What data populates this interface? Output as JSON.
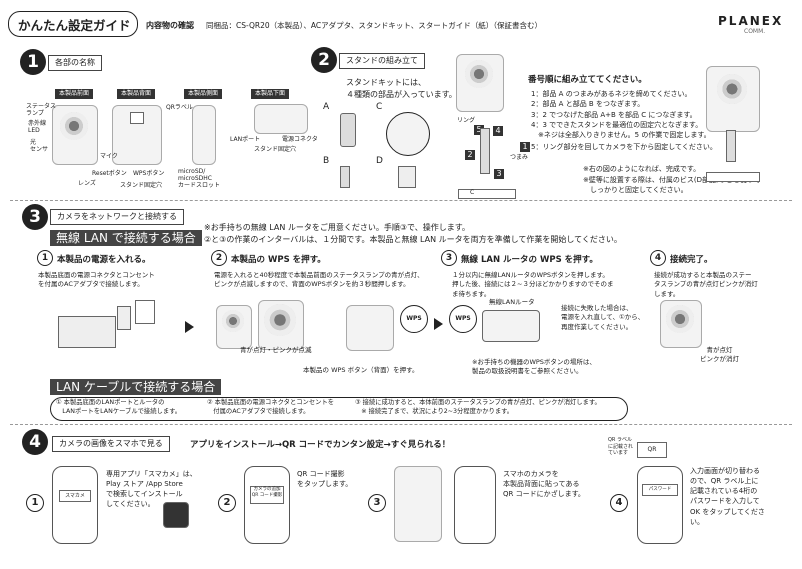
{
  "header": {
    "title": "かんたん設定ガイド",
    "contents_label": "内容物の確認",
    "contents_text": "同梱品：CS-QR20（本製品）、ACアダプタ、スタンドキット、スタートガイド（紙）（保証書含む）",
    "brand": "PLANEX",
    "brand_sub": "COMM."
  },
  "section1": {
    "num": "1",
    "title": "各部の名称",
    "views": [
      "本製品前面",
      "本製品背面",
      "本製品側面",
      "本製品下面"
    ],
    "labels": {
      "status_lamp": "ステータス\nランプ",
      "ir_led": "赤外線\nLED",
      "light_sensor": "光\nセンサ",
      "lens": "レンズ",
      "qr_label": "QRラベル",
      "mic": "マイク",
      "reset": "Resetボタン",
      "wps": "WPSボタン",
      "stand_hole": "スタンド固定穴",
      "sd_slot": "microSD/\nmicroSDHC\nカードスロット",
      "lan_port": "LANポート",
      "power_conn": "電源コネクタ",
      "stand_hole2": "スタンド固定穴"
    }
  },
  "section2": {
    "num": "2",
    "title": "スタンドの組み立て",
    "intro": "スタンドキットには、\n４種類の部品が入っています。",
    "parts": [
      "A",
      "B",
      "C",
      "D"
    ],
    "steps_title": "番号順に組み立ててください。",
    "steps": [
      "1：部品 A のつまみがあるネジを締めてください。",
      "2：部品 A と部品 B をつなぎます。",
      "3：2 でつなげた部品 A+B を部品 C につなぎます。",
      "4：3 でできたスタンドを最適位の固定穴となぎます。",
      "　※ネジは全部入りきりません。5 の作業で固定します。",
      "5：リング部分を回してカメラを下から固定してください。"
    ],
    "note1": "※右の図のようになれば、完成です。",
    "note2": "※壁等に設置する際は、付属のビス(D部品)などを使って\n　しっかりと固定してください。",
    "ring_label": "リング",
    "knob_label": "つまみ",
    "diagram_nums": [
      "1",
      "2",
      "3",
      "4",
      "5"
    ],
    "c_label": "C"
  },
  "section3": {
    "num": "3",
    "title": "カメラをネットワークと接続する",
    "wireless_heading": "無線 LAN で接続する場合",
    "note_a": "※お手持ちの無線 LAN ルータをご用意ください。手順③で、操作します。",
    "note_b": "②と③の作業のインターバルは、１分間です。本製品と無線 LAN ルータを両方を準備して作業を開始してください。",
    "steps": [
      {
        "n": "1",
        "title": "本製品の電源を入れる。",
        "text": "本製品底面の電源コネクタとコンセント\nを付属のACアダプタで接続します。"
      },
      {
        "n": "2",
        "title": "本製品の WPS を押す。",
        "text": "電源を入れると40秒程度で本製品前面のステータスランプの青が点灯、\nピンクが点滅しますので、背面のWPSボタンを約３秒間押します。"
      },
      {
        "n": "3",
        "title": "無線 LAN ルータの WPS を押す。",
        "text": "１分以内に無線LANルータのWPSボタンを押します。\n押した後、接続には２~３分ほどかかりますのでそのま\nま待ちます。"
      },
      {
        "n": "4",
        "title": "接続完了。",
        "text": "接続が成功すると本製品のステー\nタスランプの青が点灯ピンクが消灯\nします。"
      }
    ],
    "blink_caption": "青が点灯・ピンクが点滅",
    "wps_caption": "本製品の WPS ボタン（背面）を押す。",
    "wps_label": "WPS",
    "router_label": "無線LANルータ",
    "fail_text": "接続に失敗した場合は、\n電源を入れ直して、①から、\n再度作業してください。",
    "router_note": "※お手持ちの機器のWPSボタンの場所は、\n製品の取扱説明書をご参照ください。",
    "done_caption": "青が点灯\nピンクが消灯",
    "lan_heading": "LAN ケーブルで接続する場合",
    "lan_steps": [
      "① 本製品底面のLANポートとルータの\n　LANポートをLANケーブルで接続します。",
      "② 本製品底面の電源コネクタとコンセントを\n　付属のACアダプタで接続します。",
      "③ 接続に成功すると、本体前面のステータスランプの青が点灯、ピンクが消灯します。\n　※ 接続完了まで、状況により2~3分程度かかります。"
    ]
  },
  "section4": {
    "num": "4",
    "title": "カメラの画像をスマホで見る",
    "subtitle": "アプリをインストール→QR コードでカンタン設定→すぐ見られる！",
    "steps": [
      {
        "n": "1",
        "text": "専用アプリ「スマカメ」は、\nPlay ストア /App Store\nで検索してインストール\nしてください。",
        "screen": "スマカメ"
      },
      {
        "n": "2",
        "text": "QR コード撮影\nをタップします。",
        "screen": "カメラの追加\nQR コード撮影"
      },
      {
        "n": "3",
        "text": "スマホのカメラを\n本製品背面に貼ってある\nQR コードにかざします。",
        "screen": ""
      },
      {
        "n": "4",
        "text": "入力画面が切り替わる\nので、QR ラベル上に\n記載されている4桁の\nパスワードを入力して\nOK をタップしてくださ\nい。",
        "screen": "パスワード"
      }
    ],
    "qr_note": "QR ラベル\nに記載され\nています",
    "qr_side": "QR"
  },
  "colors": {
    "ink": "#222222",
    "dark_band": "#444444",
    "pink": "#e889a8",
    "blue": "#3b6fc4"
  }
}
